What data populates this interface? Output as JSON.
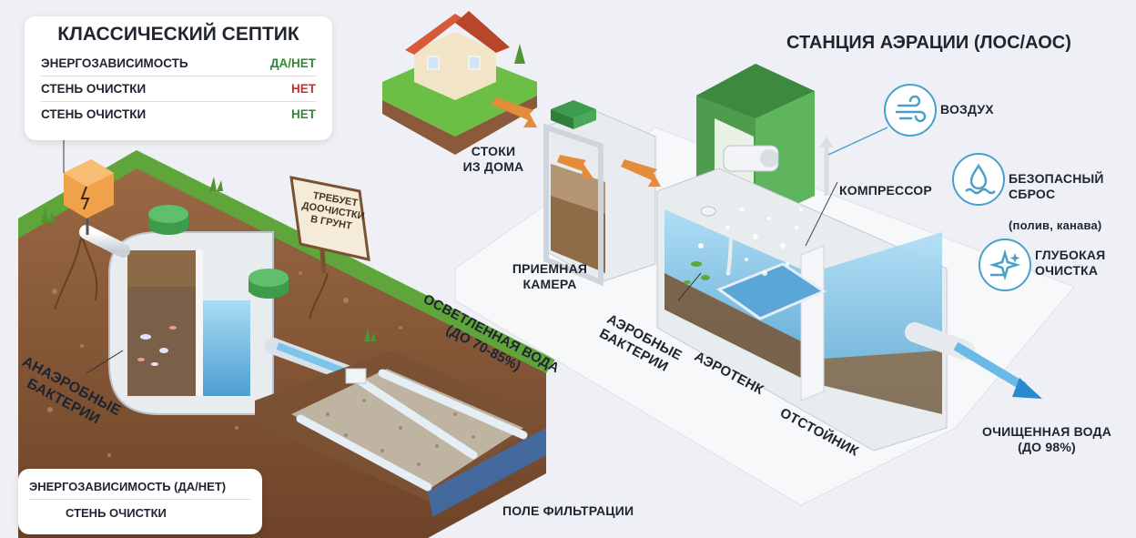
{
  "classic": {
    "title": "КЛАССИЧЕСКИЙ СЕПТИК",
    "rows": [
      {
        "label": "ЭНЕРГОЗАВИСИМОСТЬ",
        "value": "ДА/НЕТ",
        "color": "#2e8b34"
      },
      {
        "label": "СТЕНЬ ОЧИСТКИ",
        "value": "НЕТ",
        "color": "#d12a2a"
      },
      {
        "label": "СТЕНЬ ОЧИСТКИ",
        "value": "НЕТ",
        "color": "#2e8b34"
      }
    ],
    "sign_text": [
      "ТРЕБУЕТ",
      "ДООЧИСТКИ",
      "В ГРУНТ"
    ],
    "anaerobic_label": [
      "АНАЭРОБНЫЕ",
      "БАКТЕРИИ"
    ],
    "clarified_water_label": [
      "ОСВЕТЛЕННАЯ ВОДА",
      "(ДО 70-85%)"
    ],
    "filter_field_label": "ПОЛЕ ФИЛЬТРАЦИИ"
  },
  "legend": {
    "energy_label": "ЭНЕРГОЗАВИСИМОСТЬ (ДА/НЕТ)",
    "cleaning_label": "СТЕНЬ ОЧИСТКИ"
  },
  "station": {
    "title": "СТАНЦИЯ АЭРАЦИИ (ЛОС/АОС)",
    "sewage_label": [
      "СТОКИ",
      "ИЗ ДОМА"
    ],
    "receiving_label": [
      "ПРИЕМНАЯ",
      "КАМЕРА"
    ],
    "compressor_label": "КОМПРЕССОР",
    "aerobic_label": [
      "АЭРОБНЫЕ",
      "БАКТЕРИИ"
    ],
    "aerotank_label": "АЭРОТЕНК",
    "settler_label": "ОТСТОЙНИК",
    "clean_water_label": [
      "ОЧИЩЕННАЯ ВОДА",
      "(ДО 98%)"
    ]
  },
  "features": [
    {
      "icon": "wind-icon",
      "label": "ВОЗДУХ",
      "sub": ""
    },
    {
      "icon": "water-drop-icon",
      "label": "БЕЗОПАСНЫЙ\nСБРОС",
      "sub": "(полив, канава)"
    },
    {
      "icon": "sparkle-icon",
      "label": "ГЛУБОКАЯ\nОЧИСТКА",
      "sub": ""
    }
  ],
  "colors": {
    "grass": "#5fa53a",
    "soil": "#8a5a3a",
    "water": "#7cc4ea",
    "accent_green": "#2e8b34",
    "accent_red": "#d12a2a",
    "icon_blue": "#4aa0c9"
  }
}
